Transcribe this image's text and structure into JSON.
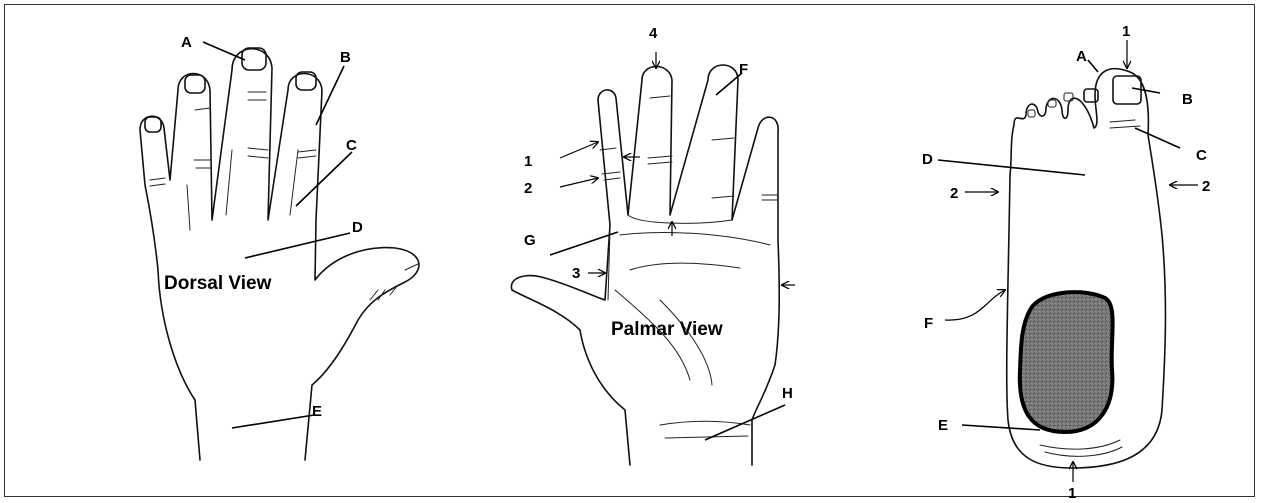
{
  "dorsal": {
    "view_label": "Dorsal View",
    "labels": {
      "A": "A",
      "B": "B",
      "C": "C",
      "D": "D",
      "E": "E"
    }
  },
  "palmar": {
    "view_label": "Palmar View",
    "labels": {
      "n1": "1",
      "n2": "2",
      "n3": "3",
      "n4": "4",
      "F": "F",
      "G": "G",
      "H": "H"
    }
  },
  "foot": {
    "labels": {
      "top1": "1",
      "A": "A",
      "B": "B",
      "C": "C",
      "D": "D",
      "left2": "2",
      "right2": "2",
      "F": "F",
      "E": "E",
      "bottom1": "1"
    }
  },
  "colors": {
    "ink": "#000000",
    "border": "#333333",
    "pad": "#6b6b6b"
  }
}
